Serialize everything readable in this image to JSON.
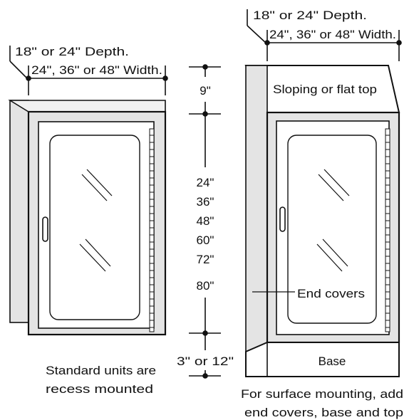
{
  "left_unit": {
    "depth_label": "18\" or 24\" Depth.",
    "width_label": "24\", 36\" or 48\" Width.",
    "caption_line1": "Standard units are",
    "caption_line2": "recess mounted"
  },
  "right_unit": {
    "depth_label": "18\" or 24\" Depth.",
    "width_label": "24\", 36\" or 48\" Width.",
    "top_label": "Sloping or flat top",
    "end_covers_label": "End covers",
    "base_label": "Base",
    "caption_line1": "For surface mounting, add",
    "caption_line2": "end covers, base and top"
  },
  "heights": {
    "top_label": "9\"",
    "body_labels": [
      "24\"",
      "36\"",
      "48\"",
      "60\"",
      "72\"",
      "80\""
    ],
    "bottom_label": "3\" or 12\""
  },
  "colors": {
    "line": "#111111",
    "panel": "#e4e4e4",
    "glass": "#ffffff"
  }
}
